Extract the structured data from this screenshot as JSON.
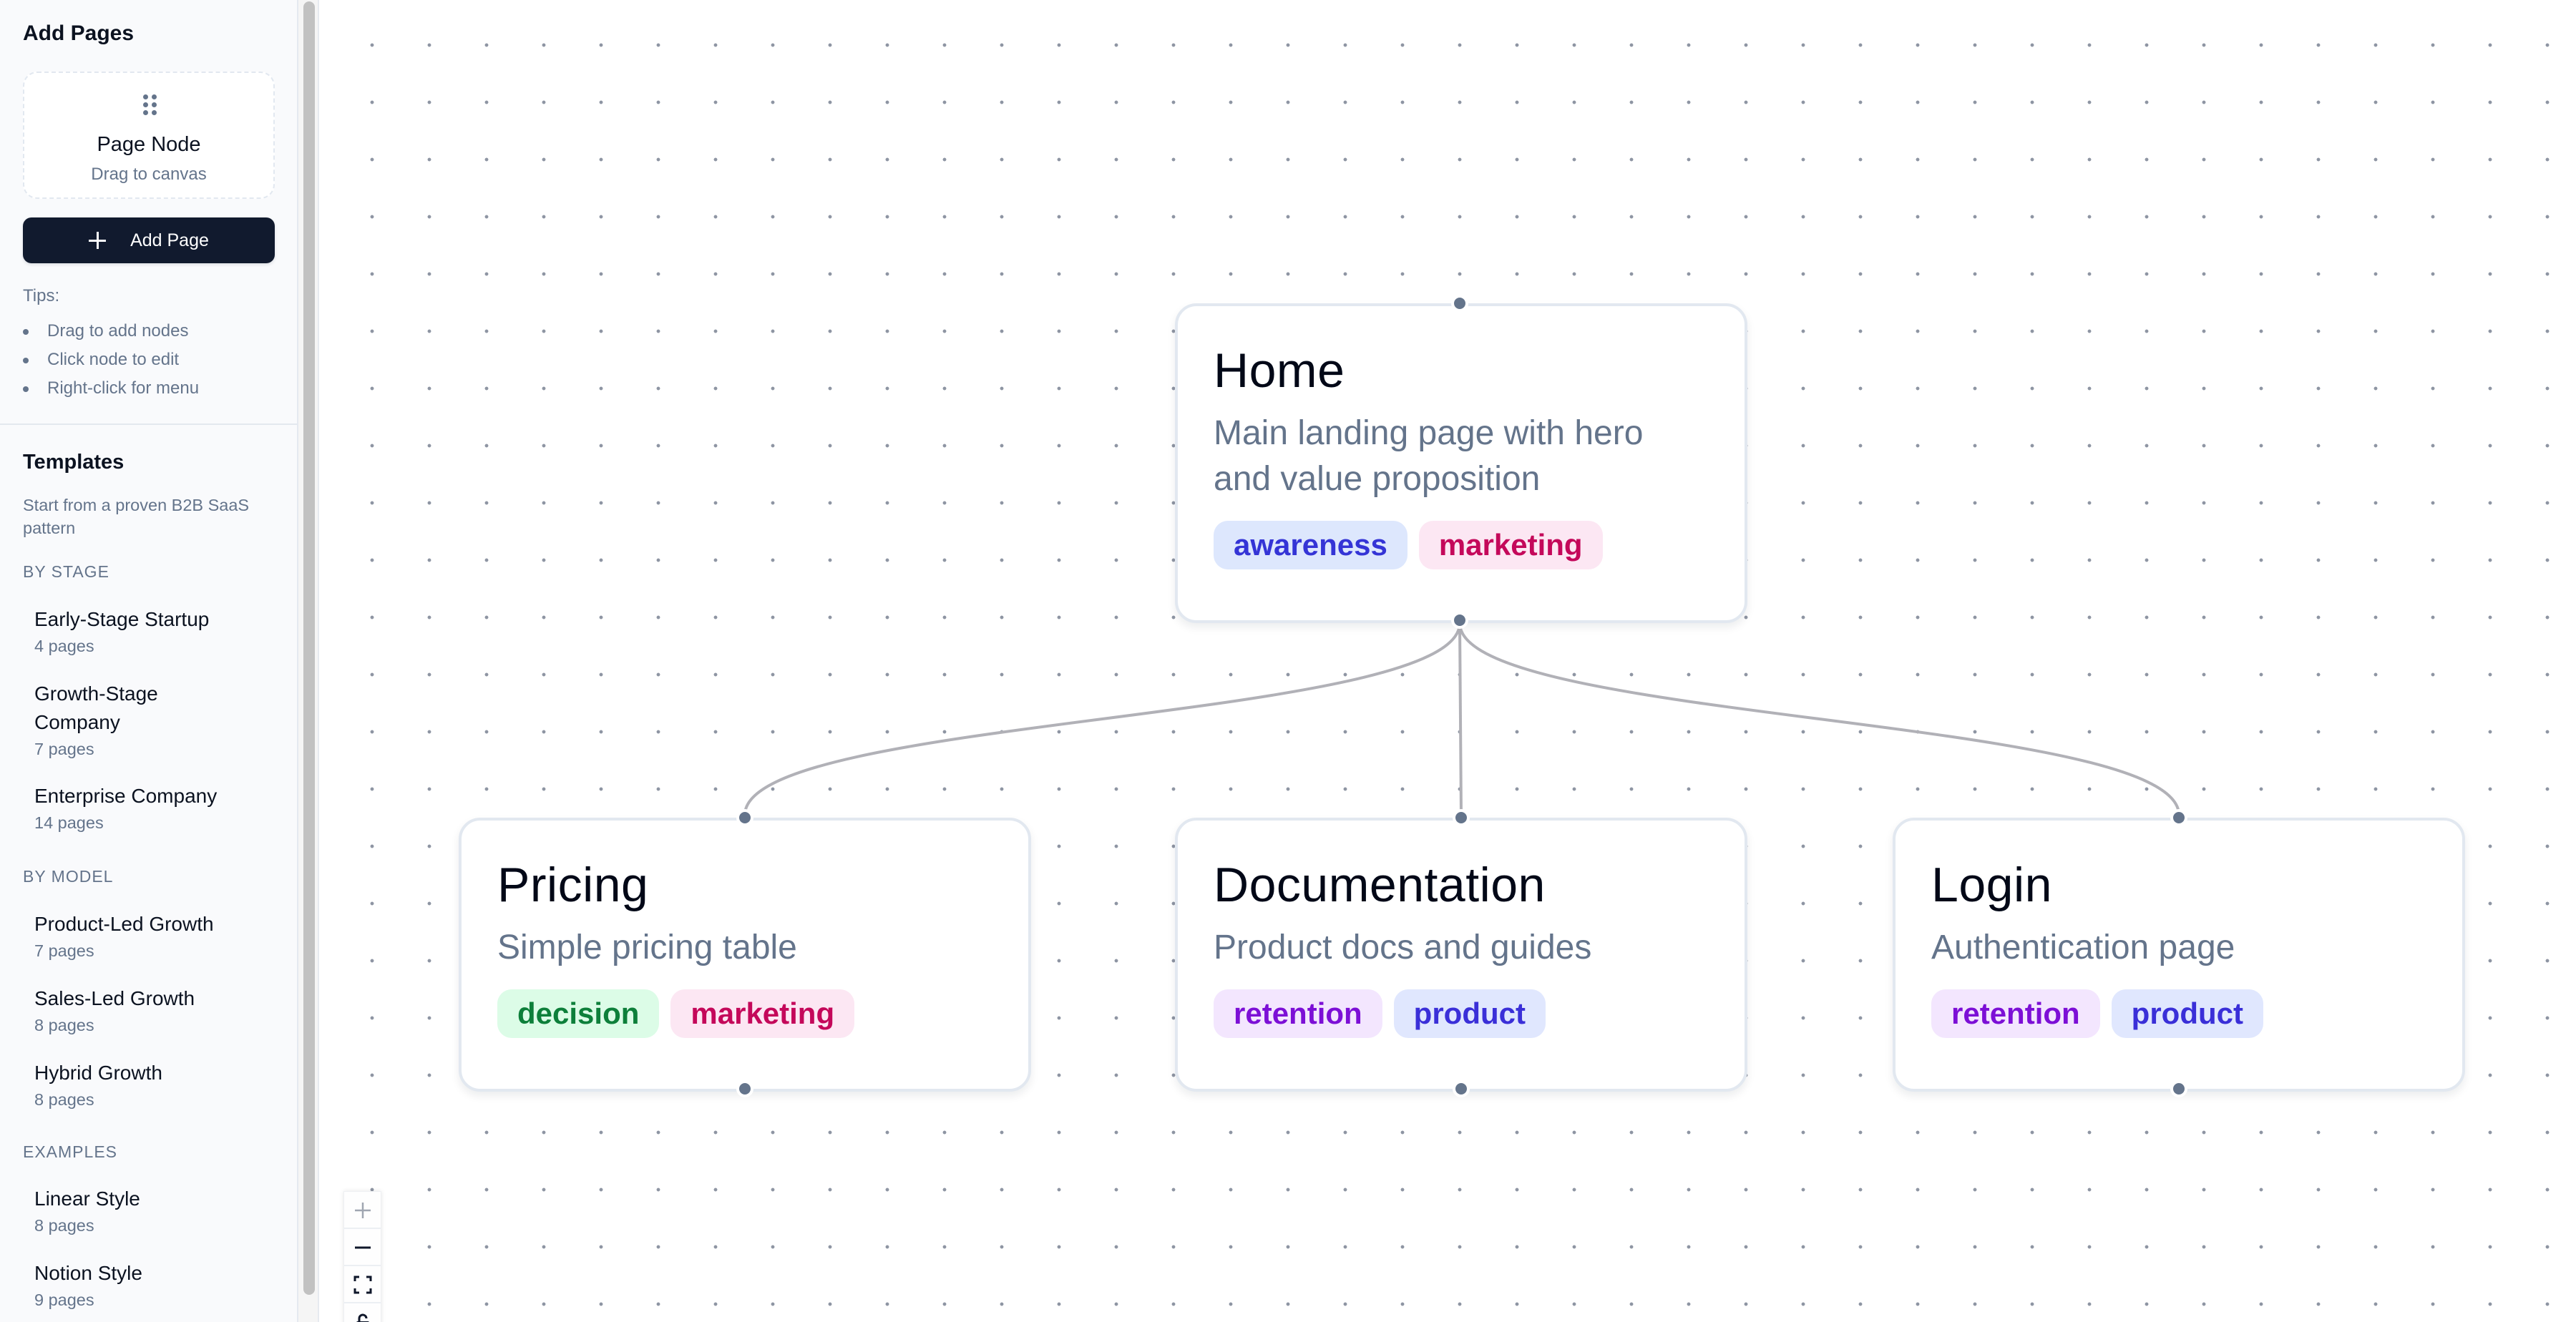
{
  "sidebar": {
    "title": "Add Pages",
    "page_node": {
      "title": "Page Node",
      "subtitle": "Drag to canvas"
    },
    "add_button": "Add Page",
    "tips_label": "Tips:",
    "tips": [
      "Drag to add nodes",
      "Click node to edit",
      "Right-click for menu"
    ],
    "templates": {
      "title": "Templates",
      "description": "Start from a proven B2B SaaS pattern",
      "groups": [
        {
          "label": "BY STAGE",
          "items": [
            {
              "name": "Early-Stage Startup",
              "count": "4 pages"
            },
            {
              "name": "Growth-Stage Company",
              "count": "7 pages"
            },
            {
              "name": "Enterprise Company",
              "count": "14 pages"
            }
          ]
        },
        {
          "label": "BY MODEL",
          "items": [
            {
              "name": "Product-Led Growth",
              "count": "7 pages"
            },
            {
              "name": "Sales-Led Growth",
              "count": "8 pages"
            },
            {
              "name": "Hybrid Growth",
              "count": "8 pages"
            }
          ]
        },
        {
          "label": "EXAMPLES",
          "items": [
            {
              "name": "Linear Style",
              "count": "8 pages"
            },
            {
              "name": "Notion Style",
              "count": "9 pages"
            }
          ]
        }
      ]
    }
  },
  "canvas": {
    "nodes": [
      {
        "title": "Home",
        "description": "Main landing page with hero and value proposition",
        "tags": [
          {
            "label": "awareness",
            "bg": "#dde7fd",
            "fg": "#3434d6"
          },
          {
            "label": "marketing",
            "bg": "#fce7f3",
            "fg": "#c4085a"
          }
        ]
      },
      {
        "title": "Pricing",
        "description": "Simple pricing table",
        "tags": [
          {
            "label": "decision",
            "bg": "#dcfce7",
            "fg": "#0d7f3a"
          },
          {
            "label": "marketing",
            "bg": "#fce7f3",
            "fg": "#c4085a"
          }
        ]
      },
      {
        "title": "Documentation",
        "description": "Product docs and guides",
        "tags": [
          {
            "label": "retention",
            "bg": "#f3e6fe",
            "fg": "#7c0fd6"
          },
          {
            "label": "product",
            "bg": "#e0e7fe",
            "fg": "#3a2fd8"
          }
        ]
      },
      {
        "title": "Login",
        "description": "Authentication page",
        "tags": [
          {
            "label": "retention",
            "bg": "#f3e6fe",
            "fg": "#7c0fd6"
          },
          {
            "label": "product",
            "bg": "#e0e7fe",
            "fg": "#3a2fd8"
          }
        ]
      }
    ],
    "edge_color": "#b1b1b7",
    "handle_color": "#64748b",
    "controls": [
      "zoom-in",
      "zoom-out",
      "fit-view",
      "toggle-interactivity"
    ]
  }
}
